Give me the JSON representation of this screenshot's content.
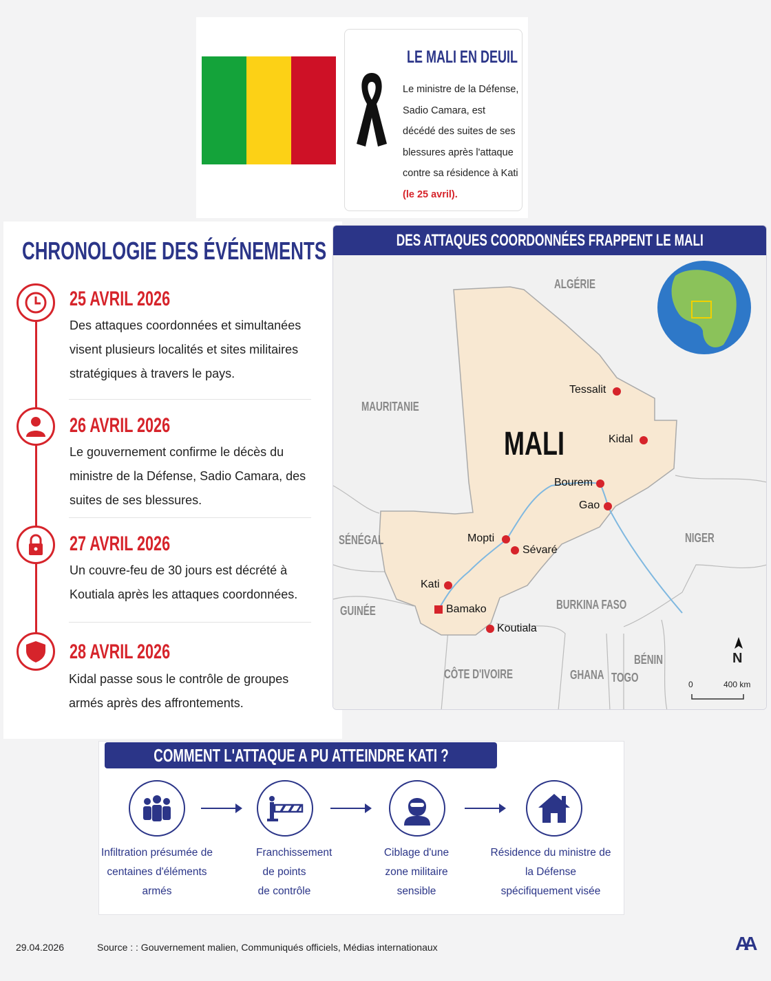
{
  "colors": {
    "brand": "#2b3588",
    "accent": "#d6242b",
    "flag": [
      "#14a33a",
      "#fcd116",
      "#ce1126"
    ]
  },
  "mourning": {
    "title": "LE MALI EN DEUIL",
    "text": "Le ministre de la Défense, Sadio Camara, est décédé des suites de ses blessures après l'attaque contre sa résidence à Kati",
    "date": "(le 25 avril).",
    "icon": "black-ribbon-icon"
  },
  "chronology": {
    "title": "CHRONOLOGIE DES ÉVÉNEMENTS",
    "events": [
      {
        "icon": "clock-icon",
        "date": "25 AVRIL 2026",
        "text": "Des attaques coordonnées et simultanées visent plusieurs localités et sites militaires stratégiques à travers le pays."
      },
      {
        "icon": "person-icon",
        "date": "26 AVRIL 2026",
        "text": "Le gouvernement confirme le décès du ministre de la Défense, Sadio Camara, des suites de ses blessures."
      },
      {
        "icon": "lock-icon",
        "date": "27 AVRIL 2026",
        "text": "Un couvre-feu de 30 jours est décrété à Koutiala après les attaques coordonnées."
      },
      {
        "icon": "shield-icon",
        "date": "28 AVRIL 2026",
        "text": "Kidal passe sous le contrôle de groupes armés après des affrontements."
      }
    ]
  },
  "map": {
    "title": "DES ATTAQUES COORDONNÉES FRAPPENT LE MALI",
    "country": "MALI",
    "neighbors": [
      "ALGÉRIE",
      "MAURITANIE",
      "SÉNÉGAL",
      "GUINÉE",
      "CÔTE D'IVOIRE",
      "BURKINA FASO",
      "GHANA",
      "TOGO",
      "BÉNIN",
      "NIGER"
    ],
    "cities": [
      "Tessalit",
      "Kidal",
      "Bourem",
      "Gao",
      "Mopti",
      "Sévaré",
      "Kati",
      "Bamako",
      "Koutiala"
    ],
    "north": "N",
    "scale": {
      "start": "0",
      "end": "400 km"
    }
  },
  "how": {
    "title": "COMMENT L'ATTAQUE A PU ATTEINDRE KATI ?",
    "steps": [
      {
        "icon": "group-icon",
        "label": "Infiltration présumée de centaines d'éléments armés"
      },
      {
        "icon": "checkpoint-barrier-icon",
        "label": "Franchissement de points de contrôle"
      },
      {
        "icon": "masked-person-icon",
        "label": "Ciblage d'une zone militaire sensible"
      },
      {
        "icon": "house-icon",
        "label": "Résidence du ministre de la Défense spécifiquement visée"
      }
    ]
  },
  "footer": {
    "date": "29.04.2026",
    "source": "Source : : Gouvernement malien, Communiqués officiels, Médias internationaux",
    "logo": "AA"
  }
}
